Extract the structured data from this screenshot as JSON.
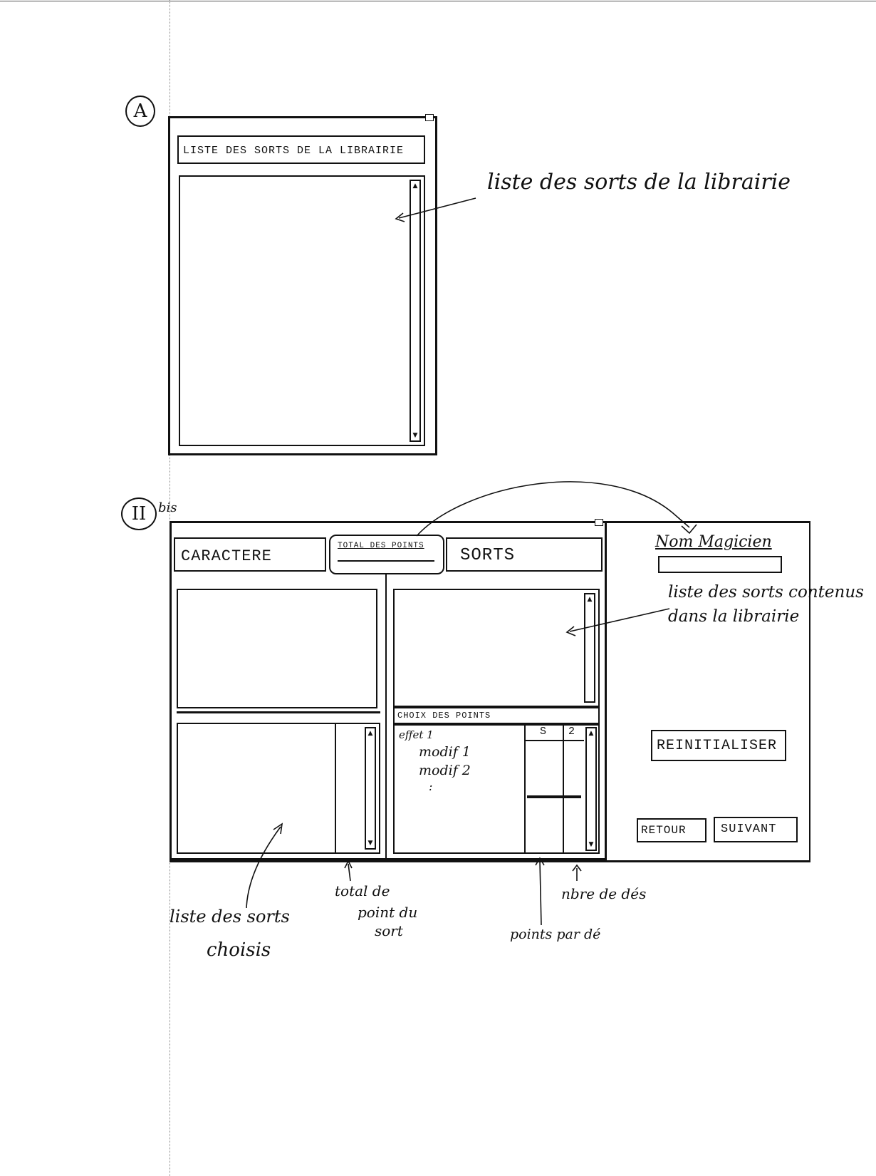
{
  "section_a": {
    "marker": "A",
    "title_bar": "LISTE DES SORTS DE LA LIBRAIRIE",
    "annotation": "liste des sorts de la librairie"
  },
  "section_b": {
    "marker": "II",
    "marker_suffix": "bis",
    "tab_caractere": "CARACTERE",
    "tab_total": "TOTAL DES POINTS",
    "tab_sorts": "SORTS",
    "choix_header": "CHOIX DES POINTS",
    "effet_lines": [
      "effet 1",
      "modif 1",
      "modif 2",
      ":"
    ],
    "col_s": "S",
    "col_2": "2",
    "nom_label": "Nom Magicien",
    "nom_value": "",
    "annotation_library": [
      "liste des sorts contenus",
      "dans la librairie"
    ],
    "btn_reinit": "REINITIALISER",
    "btn_retour": "RETOUR",
    "btn_suivant": "SUIVANT",
    "annotation_chosen": [
      "liste des sorts",
      "choisis"
    ],
    "annotation_total": [
      "total de",
      "point du",
      "sort"
    ],
    "annotation_points": "points par dé",
    "annotation_dice": "nbre de dés"
  }
}
